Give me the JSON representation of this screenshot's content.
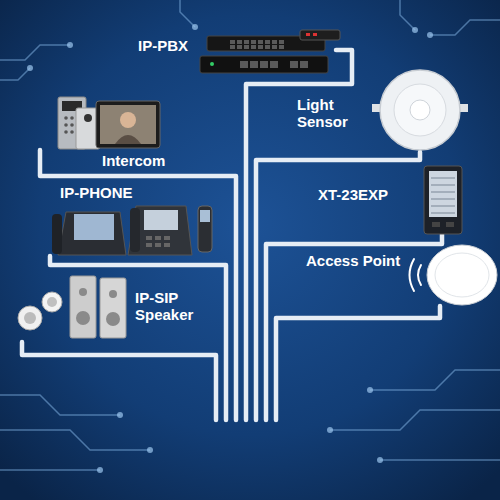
{
  "diagram": {
    "labels": [
      "IP-PBX",
      "Light Sensor",
      "Intercom",
      "IP-PHONE",
      "XT-23EXP",
      "Access Point",
      "IP-SIP Speaker"
    ]
  }
}
